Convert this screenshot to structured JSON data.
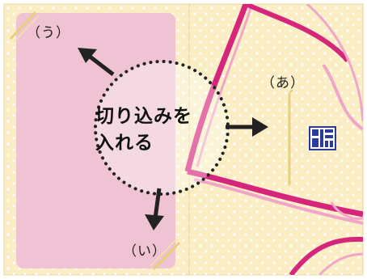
{
  "labels": {
    "a": "（あ）",
    "i": "（い）",
    "u": "（う）"
  },
  "instruction": {
    "line1": "切り込みを",
    "line2": "入れる"
  },
  "colors": {
    "card_background": "#fbeec4",
    "pink_panel": "#efc3d3",
    "ribbon": "#d6267c",
    "ribbon_light": "#f1a6c8",
    "dotted_circle": "#222222",
    "arrow": "#222222",
    "seal": "#2c3a9a"
  },
  "icons": {
    "seal": "square-seal-stamp-icon",
    "arrows": "arrow-icon"
  }
}
